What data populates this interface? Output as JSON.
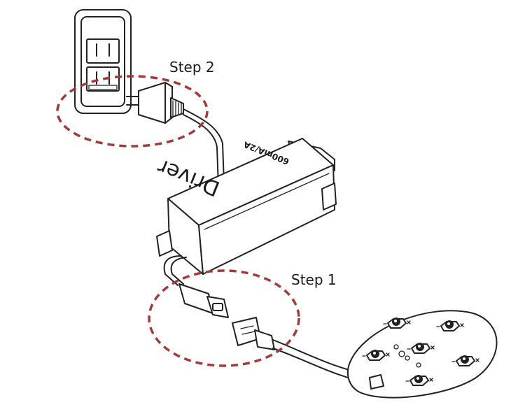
{
  "labels": {
    "step_1": "Step 1",
    "step_2": "Step 2"
  },
  "driver": {
    "brand": "Driver",
    "rating": "600mA/2A"
  },
  "colors": {
    "highlight_circle": "#a33a3a",
    "line_art": "#222222",
    "background": "#ffffff"
  },
  "icons": {
    "wall_outlet": "wall-outlet-icon",
    "plug": "power-plug-icon",
    "driver_box": "led-driver-box",
    "connector": "wire-connector-icon",
    "led_board": "led-board-icon"
  }
}
